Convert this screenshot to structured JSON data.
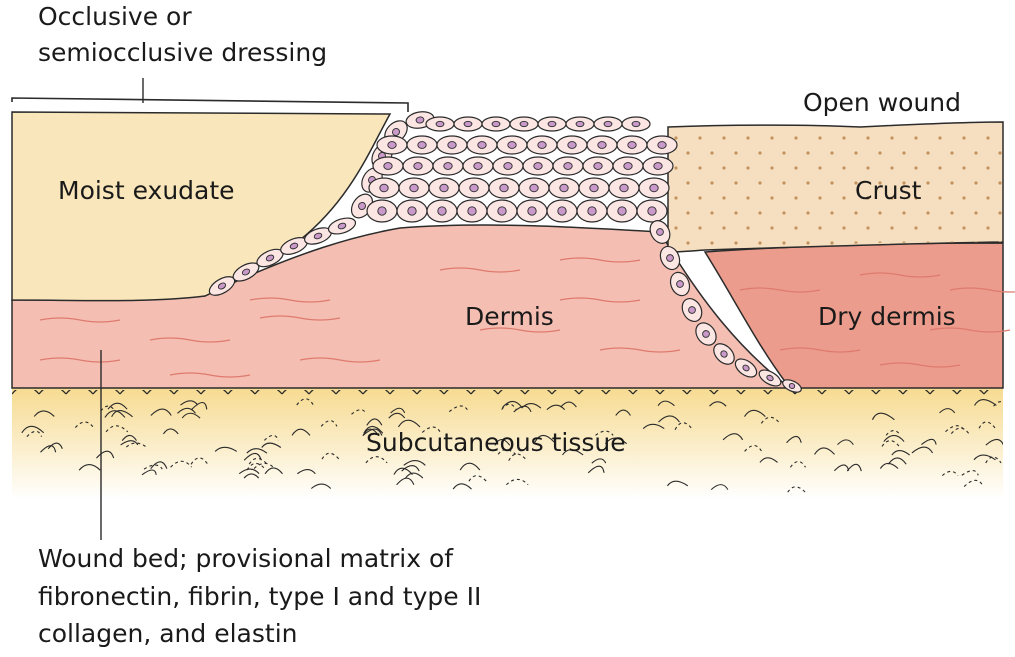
{
  "labels": {
    "dressing_line1": "Occlusive or",
    "dressing_line2": "semiocclusive dressing",
    "open_wound": "Open wound",
    "moist_exudate": "Moist exudate",
    "crust": "Crust",
    "dermis": "Dermis",
    "dry_dermis": "Dry dermis",
    "subcutaneous": "Subcutaneous tissue",
    "wound_bed_line1": "Wound bed; provisional matrix of",
    "wound_bed_line2": "fibronectin, fibrin, type I and type II",
    "wound_bed_line3": "collagen, and elastin"
  },
  "colors": {
    "exudate": "#f9e6bb",
    "crust": "#f6dfc0",
    "crust_dots": "#c4925e",
    "dermis": "#f4bfb2",
    "dry_dermis": "#ec9c8c",
    "dermis_fibers": "#de7a6e",
    "subcut_top": "#f6d98c",
    "subcut_bottom": "#ffffff",
    "cell_fill": "#fbe6e4",
    "nucleus": "#c99ac9",
    "outline": "#2b2b2b"
  }
}
